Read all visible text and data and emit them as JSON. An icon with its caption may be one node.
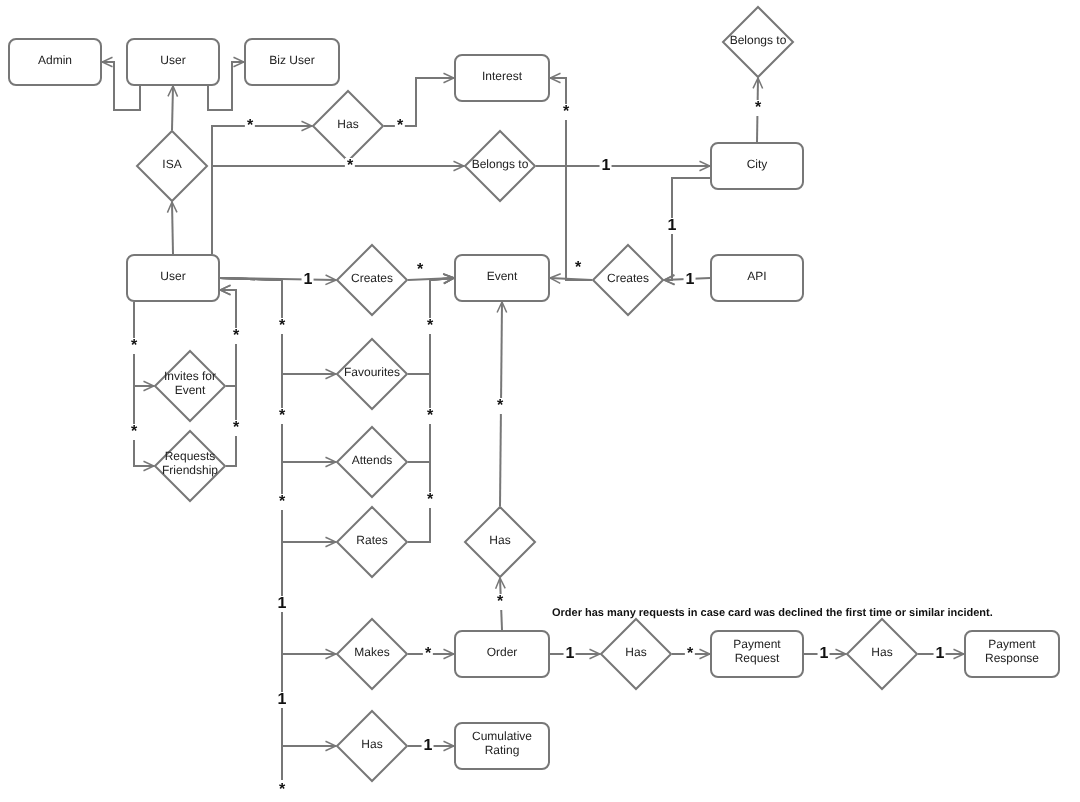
{
  "diagram": {
    "nodes": [
      {
        "text": [
          "Admin"
        ]
      },
      {
        "text": [
          "User"
        ]
      },
      {
        "text": [
          "Biz User"
        ]
      },
      {
        "text": [
          "ISA"
        ]
      },
      {
        "text": [
          "Has"
        ]
      },
      {
        "text": [
          "Interest"
        ]
      },
      {
        "text": [
          "Belongs to"
        ]
      },
      {
        "text": [
          "City"
        ]
      },
      {
        "text": [
          "Belongs to"
        ]
      },
      {
        "text": [
          "User"
        ]
      },
      {
        "text": [
          "Creates"
        ]
      },
      {
        "text": [
          "Event"
        ]
      },
      {
        "text": [
          "Creates"
        ]
      },
      {
        "text": [
          "API"
        ]
      },
      {
        "text": [
          "Invites for Event"
        ]
      },
      {
        "text": [
          "Requests Friendship"
        ]
      },
      {
        "text": [
          "Favourites"
        ]
      },
      {
        "text": [
          "Attends"
        ]
      },
      {
        "text": [
          "Rates"
        ]
      },
      {
        "text": [
          "Has"
        ]
      },
      {
        "text": [
          "Makes"
        ]
      },
      {
        "text": [
          "Order"
        ]
      },
      {
        "text": [
          "Has"
        ]
      },
      {
        "text": [
          "Payment Request"
        ]
      },
      {
        "text": [
          "Has"
        ]
      },
      {
        "text": [
          "Payment Response"
        ]
      },
      {
        "text": [
          "Has"
        ]
      },
      {
        "text": [
          "Cumulative Rating"
        ]
      }
    ],
    "edges": [
      {
        "from": 3,
        "to": 1,
        "arrow": "to"
      },
      {
        "from": 1,
        "to": 0,
        "arrow": "to"
      },
      {
        "from": 1,
        "to": 2,
        "arrow": "to"
      },
      {
        "from": 9,
        "to": 3,
        "arrow": "to"
      },
      {
        "from": 9,
        "to": 4,
        "arrow": "to",
        "label": "*"
      },
      {
        "from": 9,
        "to": 6,
        "arrow": "to",
        "label": "*"
      },
      {
        "from": 4,
        "to": 5,
        "arrow": "to",
        "label": "*"
      },
      {
        "from": 6,
        "to": 7,
        "arrow": "to",
        "label": "1"
      },
      {
        "from": 12,
        "to": 5,
        "arrow": "to",
        "label": "*"
      },
      {
        "from": 12,
        "to": 11,
        "arrow": "to",
        "label": "*"
      },
      {
        "from": 7,
        "to": 12,
        "arrow": "to",
        "label": "1"
      },
      {
        "from": 13,
        "to": 12,
        "arrow": "to",
        "label": "1"
      },
      {
        "from": 7,
        "to": 8,
        "arrow": "to",
        "label": "*"
      },
      {
        "from": 9,
        "to": 10,
        "arrow": "to",
        "label": "1"
      },
      {
        "from": 10,
        "to": 11,
        "arrow": "to",
        "label": "*"
      },
      {
        "from": 9,
        "to": 14,
        "arrow": "to",
        "label": "*"
      },
      {
        "from": 14,
        "to": 9,
        "arrow": "to",
        "label": "*"
      },
      {
        "from": 9,
        "to": 15,
        "arrow": "to",
        "label": "*"
      },
      {
        "from": 15,
        "to": 9,
        "arrow": "to",
        "label": "*"
      },
      {
        "from": 9,
        "to": 16,
        "arrow": "to",
        "label": "*"
      },
      {
        "from": 9,
        "to": 17,
        "arrow": "to",
        "label": "*"
      },
      {
        "from": 9,
        "to": 18,
        "arrow": "to",
        "label": "*"
      },
      {
        "from": 9,
        "to": 20,
        "arrow": "to",
        "label": "1"
      },
      {
        "from": 9,
        "to": 26,
        "arrow": "to",
        "label": "1"
      },
      {
        "from": 16,
        "to": 11,
        "arrow": "to",
        "label": "*"
      },
      {
        "from": 17,
        "to": 11,
        "arrow": "to",
        "label": "*"
      },
      {
        "from": 18,
        "to": 11,
        "arrow": "to",
        "label": "*"
      },
      {
        "from": 19,
        "to": 11,
        "arrow": "to",
        "label": "*"
      },
      {
        "from": 21,
        "to": 19,
        "arrow": "to",
        "label": "*"
      },
      {
        "from": 20,
        "to": 21,
        "arrow": "to",
        "label": "*"
      },
      {
        "from": 21,
        "to": 22,
        "arrow": "to",
        "label": "1"
      },
      {
        "from": 22,
        "to": 23,
        "arrow": "to",
        "label": "*"
      },
      {
        "from": 23,
        "to": 24,
        "arrow": "to",
        "label": "1"
      },
      {
        "from": 24,
        "to": 25,
        "arrow": "to",
        "label": "1"
      },
      {
        "from": 26,
        "to": 27,
        "arrow": "to",
        "label": "1"
      }
    ],
    "labels": [
      "Order has many requests in case card was declined the first time or similar incident.",
      "*"
    ]
  }
}
